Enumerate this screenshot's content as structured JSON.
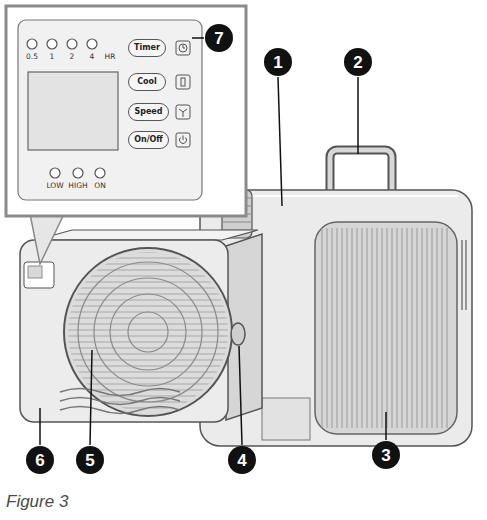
{
  "diagram": {
    "caption": "Figure 3",
    "nodes": [
      {
        "text": [
          "7"
        ]
      },
      {
        "text": [
          "Timer"
        ]
      },
      {
        "text": [
          "Cool"
        ]
      },
      {
        "text": [
          "Speed"
        ]
      },
      {
        "text": [
          "On/Off"
        ]
      },
      {
        "text": [
          "1"
        ]
      },
      {
        "text": [
          "2"
        ]
      },
      {
        "text": [
          "6"
        ]
      },
      {
        "text": [
          "5"
        ]
      },
      {
        "text": [
          "4"
        ]
      },
      {
        "text": [
          "3"
        ]
      }
    ],
    "labels": [
      "0.5",
      "1",
      "2",
      "4",
      "HR",
      "LOW",
      "HIGH",
      "ON"
    ]
  }
}
